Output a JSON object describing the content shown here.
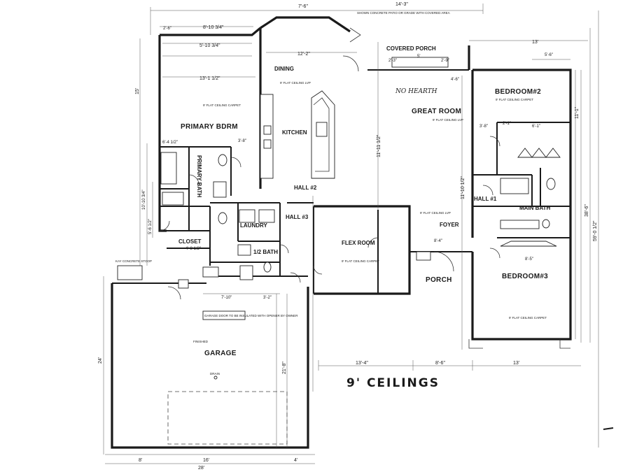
{
  "rooms": {
    "primary_bdrm": "PRIMARY BDRM",
    "dining": "DINING",
    "kitchen": "KITCHEN",
    "great_room": "GREAT ROOM",
    "covered_porch": "COVERED PORCH",
    "bedroom2": "BEDROOM#2",
    "bedroom3": "BEDROOM#3",
    "hall2": "HALL #2",
    "hall3": "HALL #3",
    "hall1": "HALL #1",
    "laundry": "LAUNDRY",
    "flex_room": "FLEX ROOM",
    "foyer": "FOYER",
    "porch": "PORCH",
    "main_bath": "MAIN BATH",
    "half_bath": "1/2 BATH",
    "primary_bath": "PRIMARY BATH",
    "closet": "CLOSET",
    "garage": "GARAGE"
  },
  "notes": {
    "title": "9' CEILINGS",
    "no_hearth": "NO HEARTH",
    "top_note": "SHOWN CONCRETE PATIO OR GRADE WITH COVERED AREA",
    "flat_ceiling_carpet": "9' FLAT CEILING CARPET",
    "flat_ceiling_lvp": "9' FLAT CEILING LVP",
    "garage_finish": "FINISHED",
    "drain": "DRAIN",
    "kay_concrete": "KAY CONCRETE STOOP",
    "garage_note": "GARAGE DOOR TO BE INSULATED WITH OPENER BY OWNER"
  },
  "dimensions": {
    "top_7_6": "7'-6\"",
    "top_14_3": "14'-3\"",
    "top_2_6": "2'-6\"",
    "top_8_10": "8'-10 3/4\"",
    "top_5_10": "5'-10 3/4\"",
    "top_12_2": "12'-2\"",
    "top_13_1": "13'-1 1/2\"",
    "right_13": "13'",
    "right_5_6": "5'-6\"",
    "dim_2_3": "2'-3\"",
    "dim_2_9": "2'-9\"",
    "dim_4_6": "4'-6\"",
    "dim_11_11": "11'-11 1/2\"",
    "dim_11_10": "11'-10 1/2\"",
    "dim_8_4": "8'-4\"",
    "dim_8_5": "8'-5\"",
    "dim_3_8": "3'-8\"",
    "dim_6_1": "6'-1\"",
    "dim_2_1": "2'-1\"",
    "dim_11_1": "11'-1\"",
    "dim_38_6": "38'-6\"",
    "dim_59": "59'-0 1/2\"",
    "dim_8_6": "8'-6\"",
    "dim_13_4": "13'-4\"",
    "dim_13": "13'",
    "dim_28": "28'",
    "dim_8": "8'",
    "dim_16": "16'",
    "dim_4": "4'",
    "dim_24": "24'",
    "dim_21_8": "21'-8\"",
    "dim_7_10": "7'-10\"",
    "dim_3_2": "3'-2\"",
    "dim_4_8": "4'-8 1/2\"",
    "dim_6_4": "6'-4 1/2\"",
    "dim_3_8b": "3'-8\"",
    "dim_10_10": "10'-10 3/4\"",
    "dim_5_6": "5'-6 1/2\"",
    "dim_15": "15'",
    "dim_5": "5'"
  }
}
